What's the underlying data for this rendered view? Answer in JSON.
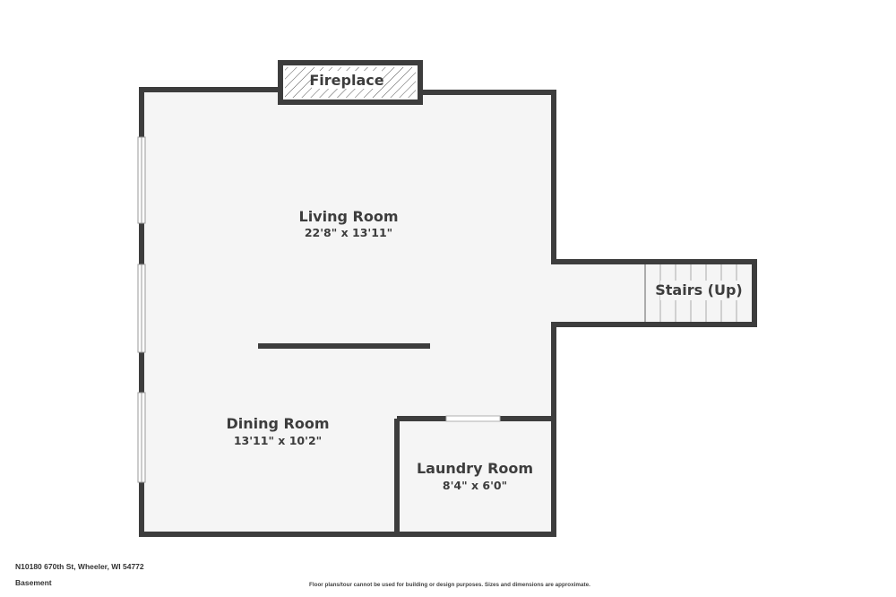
{
  "plan": {
    "rooms": [
      {
        "id": "living-room",
        "name": "Living Room",
        "dimensions": "22'8\" x 13'11\""
      },
      {
        "id": "dining-room",
        "name": "Dining Room",
        "dimensions": "13'11\" x 10'2\""
      },
      {
        "id": "laundry-room",
        "name": "Laundry Room",
        "dimensions": "8'4\" x 6'0\""
      }
    ],
    "fireplace_label": "Fireplace",
    "stairs_label": "Stairs (Up)"
  },
  "footer": {
    "address": "N10180 670th St, Wheeler, WI 54772",
    "level": "Basement",
    "disclaimer": "Floor plans/tour cannot be used for building or design purposes. Sizes and dimensions are approximate."
  },
  "colors": {
    "wall": "#3d3d3d",
    "floor": "#f5f5f5",
    "background": "#ffffff",
    "text": "#3d3d3d"
  }
}
